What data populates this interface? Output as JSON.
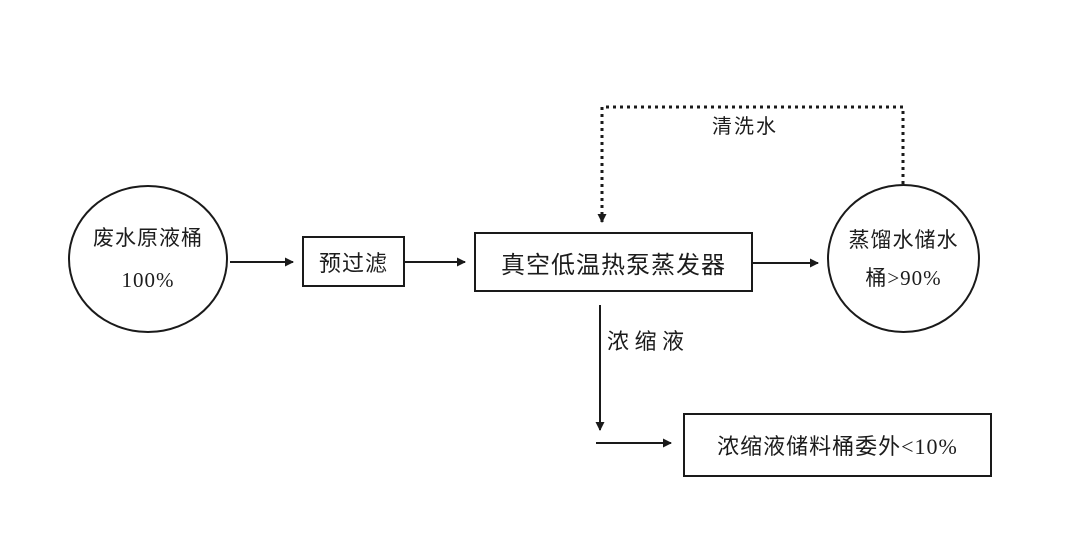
{
  "diagram": {
    "type": "process-flowchart",
    "colors": {
      "line": "#1a1a1a",
      "background": "#ffffff",
      "text": "#1c1c1c"
    },
    "nodes": {
      "source_tank": {
        "shape": "circle",
        "line1": "废水原液桶",
        "line2": "100%"
      },
      "prefilter": {
        "shape": "rect",
        "label": "预过滤"
      },
      "evaporator": {
        "shape": "rect",
        "label": "真空低温热泵蒸发器"
      },
      "distillate_tank": {
        "shape": "circle",
        "line1": "蒸馏水储水",
        "line2": "桶>90%"
      },
      "concentrate_tank": {
        "shape": "rect",
        "label": "浓缩液储料桶委外<10%"
      }
    },
    "edges": {
      "source_to_prefilter": {
        "style": "solid-arrow"
      },
      "prefilter_to_evaporator": {
        "style": "solid-arrow"
      },
      "evaporator_to_distillate": {
        "style": "solid-arrow"
      },
      "distillate_to_evaporator": {
        "style": "dotted-arrow",
        "label": "清洗水"
      },
      "evaporator_to_concentrate": {
        "style": "solid-arrow",
        "label": "浓缩液",
        "label_chars": [
          "浓",
          "缩",
          "液"
        ]
      }
    }
  }
}
